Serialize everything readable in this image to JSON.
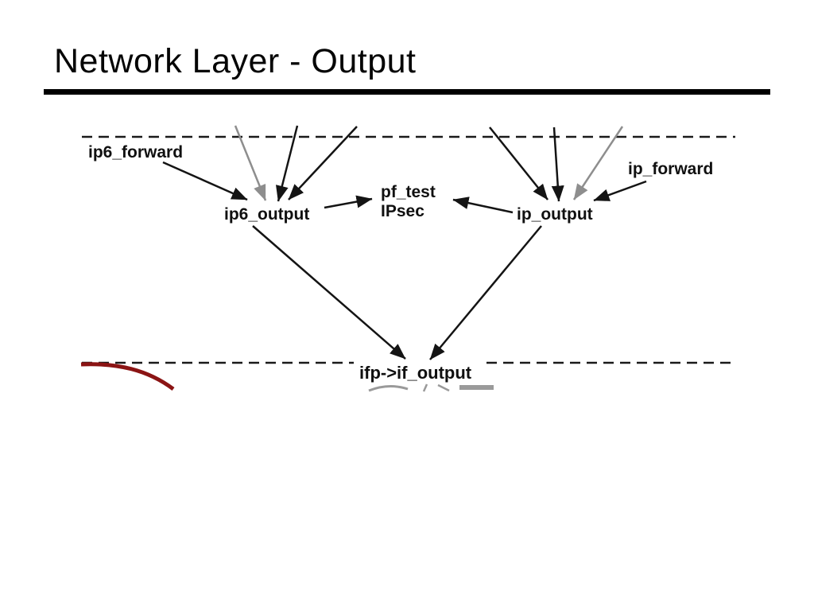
{
  "slide": {
    "title": "Network Layer - Output",
    "background_color": "#ffffff",
    "title_color": "#050505",
    "rule_color": "#000000"
  },
  "diagram": {
    "nodes": {
      "ip6_forward": {
        "label": "ip6_forward"
      },
      "ip_forward": {
        "label": "ip_forward"
      },
      "ip6_output": {
        "label": "ip6_output"
      },
      "ip_output": {
        "label": "ip_output"
      },
      "pf_test": {
        "label": "pf_test"
      },
      "ipsec": {
        "label": "IPsec"
      },
      "ifp_if_output": {
        "label": "ifp->if_output"
      }
    },
    "edges": [
      {
        "from": "offscreen-top",
        "to": "ip6_output",
        "color": "gray"
      },
      {
        "from": "offscreen-top",
        "to": "ip6_output",
        "color": "black"
      },
      {
        "from": "offscreen-top",
        "to": "ip6_output",
        "color": "black"
      },
      {
        "from": "ip6_forward",
        "to": "ip6_output",
        "color": "black"
      },
      {
        "from": "ip6_output",
        "to": "pf_test",
        "color": "black"
      },
      {
        "from": "ip_output",
        "to": "pf_test",
        "color": "black"
      },
      {
        "from": "offscreen-top",
        "to": "ip_output",
        "color": "black"
      },
      {
        "from": "offscreen-top",
        "to": "ip_output",
        "color": "black"
      },
      {
        "from": "offscreen-top",
        "to": "ip_output",
        "color": "gray"
      },
      {
        "from": "ip_forward",
        "to": "ip_output",
        "color": "black"
      },
      {
        "from": "ip6_output",
        "to": "ifp->if_output",
        "color": "black"
      },
      {
        "from": "ip_output",
        "to": "ifp->if_output",
        "color": "black"
      }
    ],
    "boundaries": {
      "style": "dashed",
      "top_line": "layer boundary (upper)",
      "bottom_line": "layer boundary (lower)"
    },
    "colors": {
      "arrow_black": "#141414",
      "arrow_gray": "#8e8e8e",
      "dashed_line": "#1a1a1a",
      "accent_curve": "#8b1414",
      "label_text": "#101010"
    }
  }
}
